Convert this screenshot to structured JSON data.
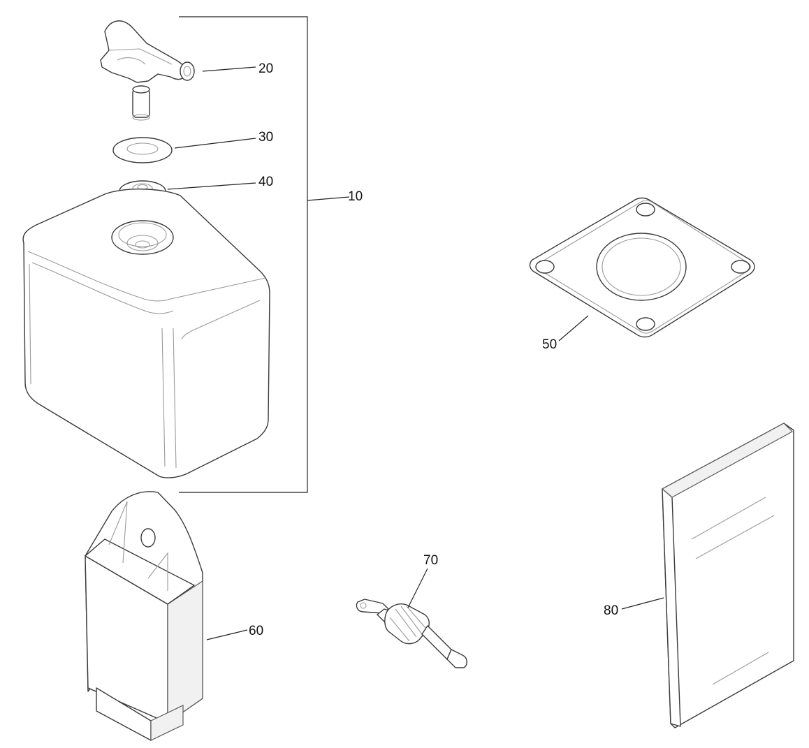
{
  "callouts": {
    "c10": "10",
    "c20": "20",
    "c30": "30",
    "c40": "40",
    "c50": "50",
    "c60": "60",
    "c70": "70",
    "c80": "80"
  },
  "parts": [
    {
      "ref": "10",
      "icon": "reservoir-tank-icon"
    },
    {
      "ref": "20",
      "icon": "valve-fitting-icon"
    },
    {
      "ref": "30",
      "icon": "washer-icon"
    },
    {
      "ref": "40",
      "icon": "seal-ring-icon"
    },
    {
      "ref": "50",
      "icon": "square-gasket-icon"
    },
    {
      "ref": "60",
      "icon": "control-module-icon"
    },
    {
      "ref": "70",
      "icon": "sensor-probe-icon"
    },
    {
      "ref": "80",
      "icon": "manual-book-icon"
    }
  ],
  "colors": {
    "line": "#222222",
    "background": "#ffffff"
  }
}
